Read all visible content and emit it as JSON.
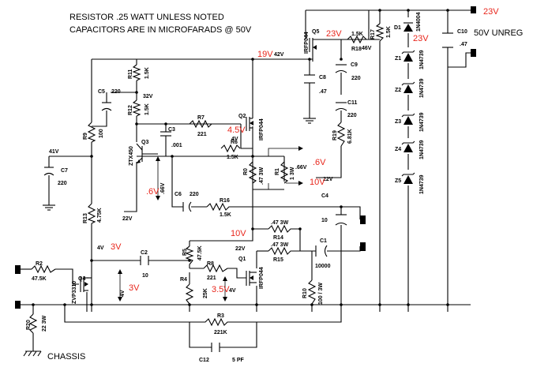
{
  "notes": {
    "line1": "RESISTOR  .25 WATT UNLESS NOTED",
    "line2": "CAPACITORS ARE IN MICROFARADS @ 50V"
  },
  "supply": {
    "label": "50V UNREG",
    "chassis": "CHASSIS"
  },
  "red_voltages": {
    "top_rail": "23V",
    "q5_out": "23V",
    "zener_mid": "23V",
    "node_19v": "19V",
    "q2_gate": "4.5V",
    "q3_base": ".6V",
    "r1_side": ".6V",
    "q1_drain": "10V",
    "output": "10V",
    "q4_side": "3V",
    "q4_mid": "3V",
    "q1_gate": "3.5V"
  },
  "black_voltages": {
    "v42": "42V",
    "v46": "46V",
    "v32": "32V",
    "v41": "41V",
    "v4_q2": "4V",
    "v066": ".66V",
    "v066b": ".66V",
    "v22_top": "22V",
    "v22_mid": "22V",
    "v22_low": "22V",
    "v4_left": "4V",
    "v4_mid": "4V",
    "v4_q1": "4V"
  },
  "components": {
    "r11": {
      "ref": "R11",
      "value": "1.5K"
    },
    "r12": {
      "ref": "R12",
      "value": "1.5K"
    },
    "r9": {
      "ref": "R9",
      "value": "100"
    },
    "r13": {
      "ref": "R13",
      "value": "4.75K"
    },
    "r7": {
      "ref": "R7",
      "value": "221"
    },
    "r6": {
      "ref": "R6",
      "value": "1.5K"
    },
    "r0": {
      "ref": "R0",
      "value": ".47 3W"
    },
    "r1": {
      "ref": "R1",
      "value": "1 3W"
    },
    "r16": {
      "ref": "R16",
      "value": "1.5K"
    },
    "r14": {
      "ref": "R14",
      "value": ".47 3W"
    },
    "r15": {
      "ref": "R15",
      "value": ".47 3W"
    },
    "r5": {
      "ref": "R5",
      "value": "47.5K"
    },
    "r8": {
      "ref": "R8",
      "value": "221"
    },
    "r4": {
      "ref": "R4",
      "value": "25K"
    },
    "r2": {
      "ref": "R2",
      "value": "47.5K"
    },
    "r20": {
      "ref": "R20",
      "value": "22 3W"
    },
    "r3": {
      "ref": "R3",
      "value": "221K"
    },
    "r10": {
      "ref": "R10",
      "value": "100 / 3W"
    },
    "r17": {
      "ref": "R17",
      "value": "1.5K"
    },
    "r18": {
      "ref": "R18",
      "value": "1.5K"
    },
    "r19": {
      "ref": "R19",
      "value": "6.81K"
    },
    "c5": {
      "ref": "C5",
      "value": "220"
    },
    "c7": {
      "ref": "C7",
      "value": "220"
    },
    "c3": {
      "ref": "C3",
      "value": ".001"
    },
    "c6": {
      "ref": "C6",
      "value": "220"
    },
    "c4": {
      "ref": "C4",
      "value": "10"
    },
    "c1": {
      "ref": "C1",
      "value": "10000"
    },
    "c2": {
      "ref": "C2",
      "value": "10"
    },
    "c12": {
      "ref": "C12",
      "value": "5 PF"
    },
    "c8": {
      "ref": "C8",
      "value": ".47"
    },
    "c9": {
      "ref": "C9",
      "value": "220"
    },
    "c11": {
      "ref": "C11",
      "value": "220"
    },
    "c10": {
      "ref": "C10",
      "value": ".47"
    },
    "q1": {
      "ref": "Q1",
      "part": "IRFP044"
    },
    "q2": {
      "ref": "Q2",
      "part": "IRFP044"
    },
    "q3": {
      "ref": "Q3",
      "part": "ZTX450"
    },
    "q4": {
      "ref": "Q4",
      "part": "ZVP3310"
    },
    "q5": {
      "ref": "Q5",
      "part": "IRFP044"
    },
    "d1": {
      "ref": "D1",
      "part": "1N4004"
    },
    "z1": {
      "ref": "Z1",
      "part": "1N4739"
    },
    "z2": {
      "ref": "Z2",
      "part": "1N4739"
    },
    "z3": {
      "ref": "Z3",
      "part": "1N4739"
    },
    "z4": {
      "ref": "Z4",
      "part": "1N4739"
    },
    "z5": {
      "ref": "Z5",
      "part": "1N4739"
    }
  }
}
